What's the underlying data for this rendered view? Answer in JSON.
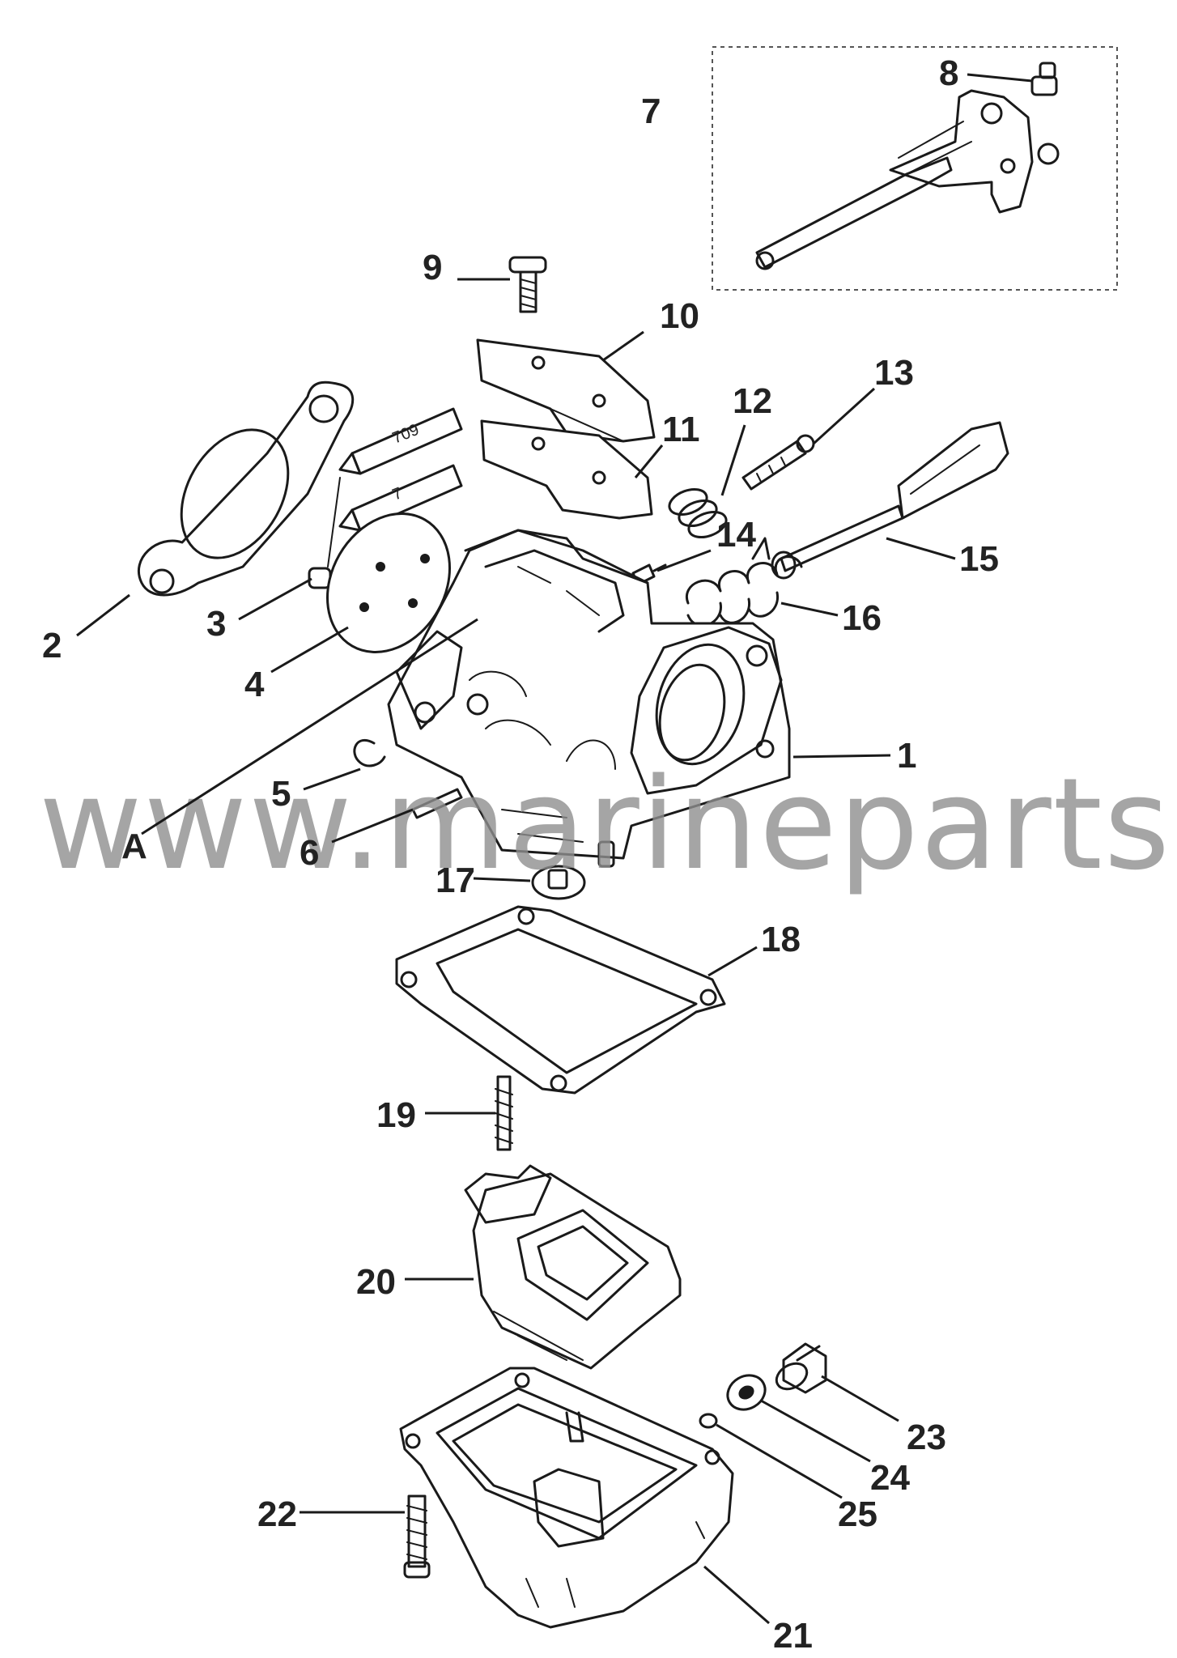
{
  "watermark": "www.marineparts.eu",
  "view_marker": "A",
  "tube_labels": [
    "709",
    "7"
  ],
  "callouts": [
    "1",
    "2",
    "3",
    "4",
    "5",
    "6",
    "7",
    "8",
    "9",
    "10",
    "11",
    "12",
    "13",
    "14",
    "15",
    "16",
    "17",
    "18",
    "19",
    "20",
    "21",
    "22",
    "23",
    "24",
    "25"
  ]
}
